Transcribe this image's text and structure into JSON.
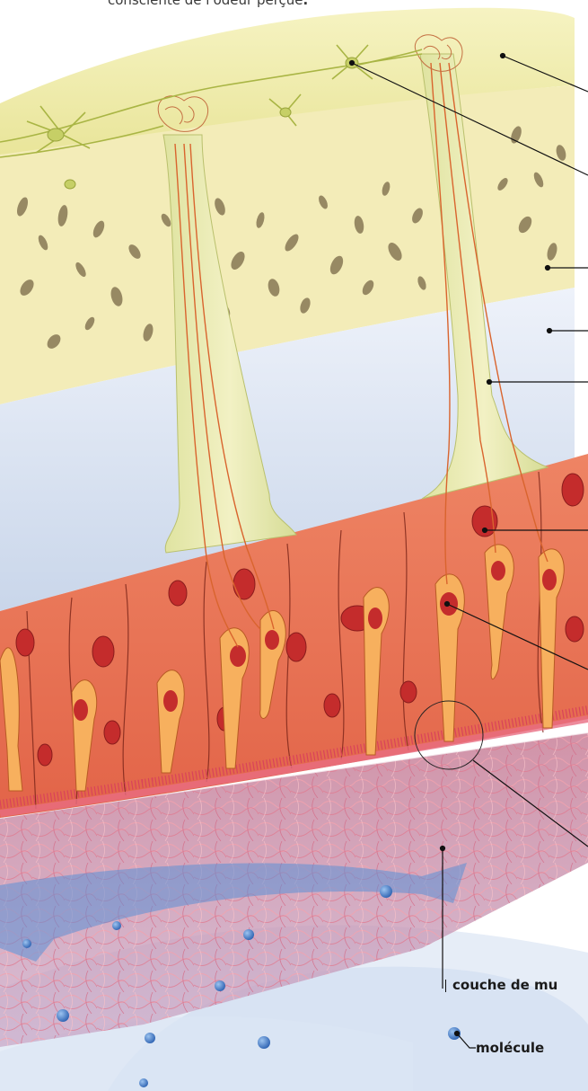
{
  "caption": {
    "text": "consciente de l'odeur perçue",
    "end": "."
  },
  "labels": {
    "mucus_layer": "couche de mu",
    "molecule": "molécule"
  },
  "colors": {
    "bulb": "#f4f0b4",
    "bone": "#f5eebb",
    "bone_holes": "#8d7e5a",
    "lamina": "#dde6f2",
    "epithelium": "#ea7656",
    "receptor_cell": "#f7b05e",
    "nucleus": "#c42c2c",
    "mucus": "#c88aa4",
    "molecule": "#3d78c9",
    "air_flow": "#6d9ad6"
  }
}
